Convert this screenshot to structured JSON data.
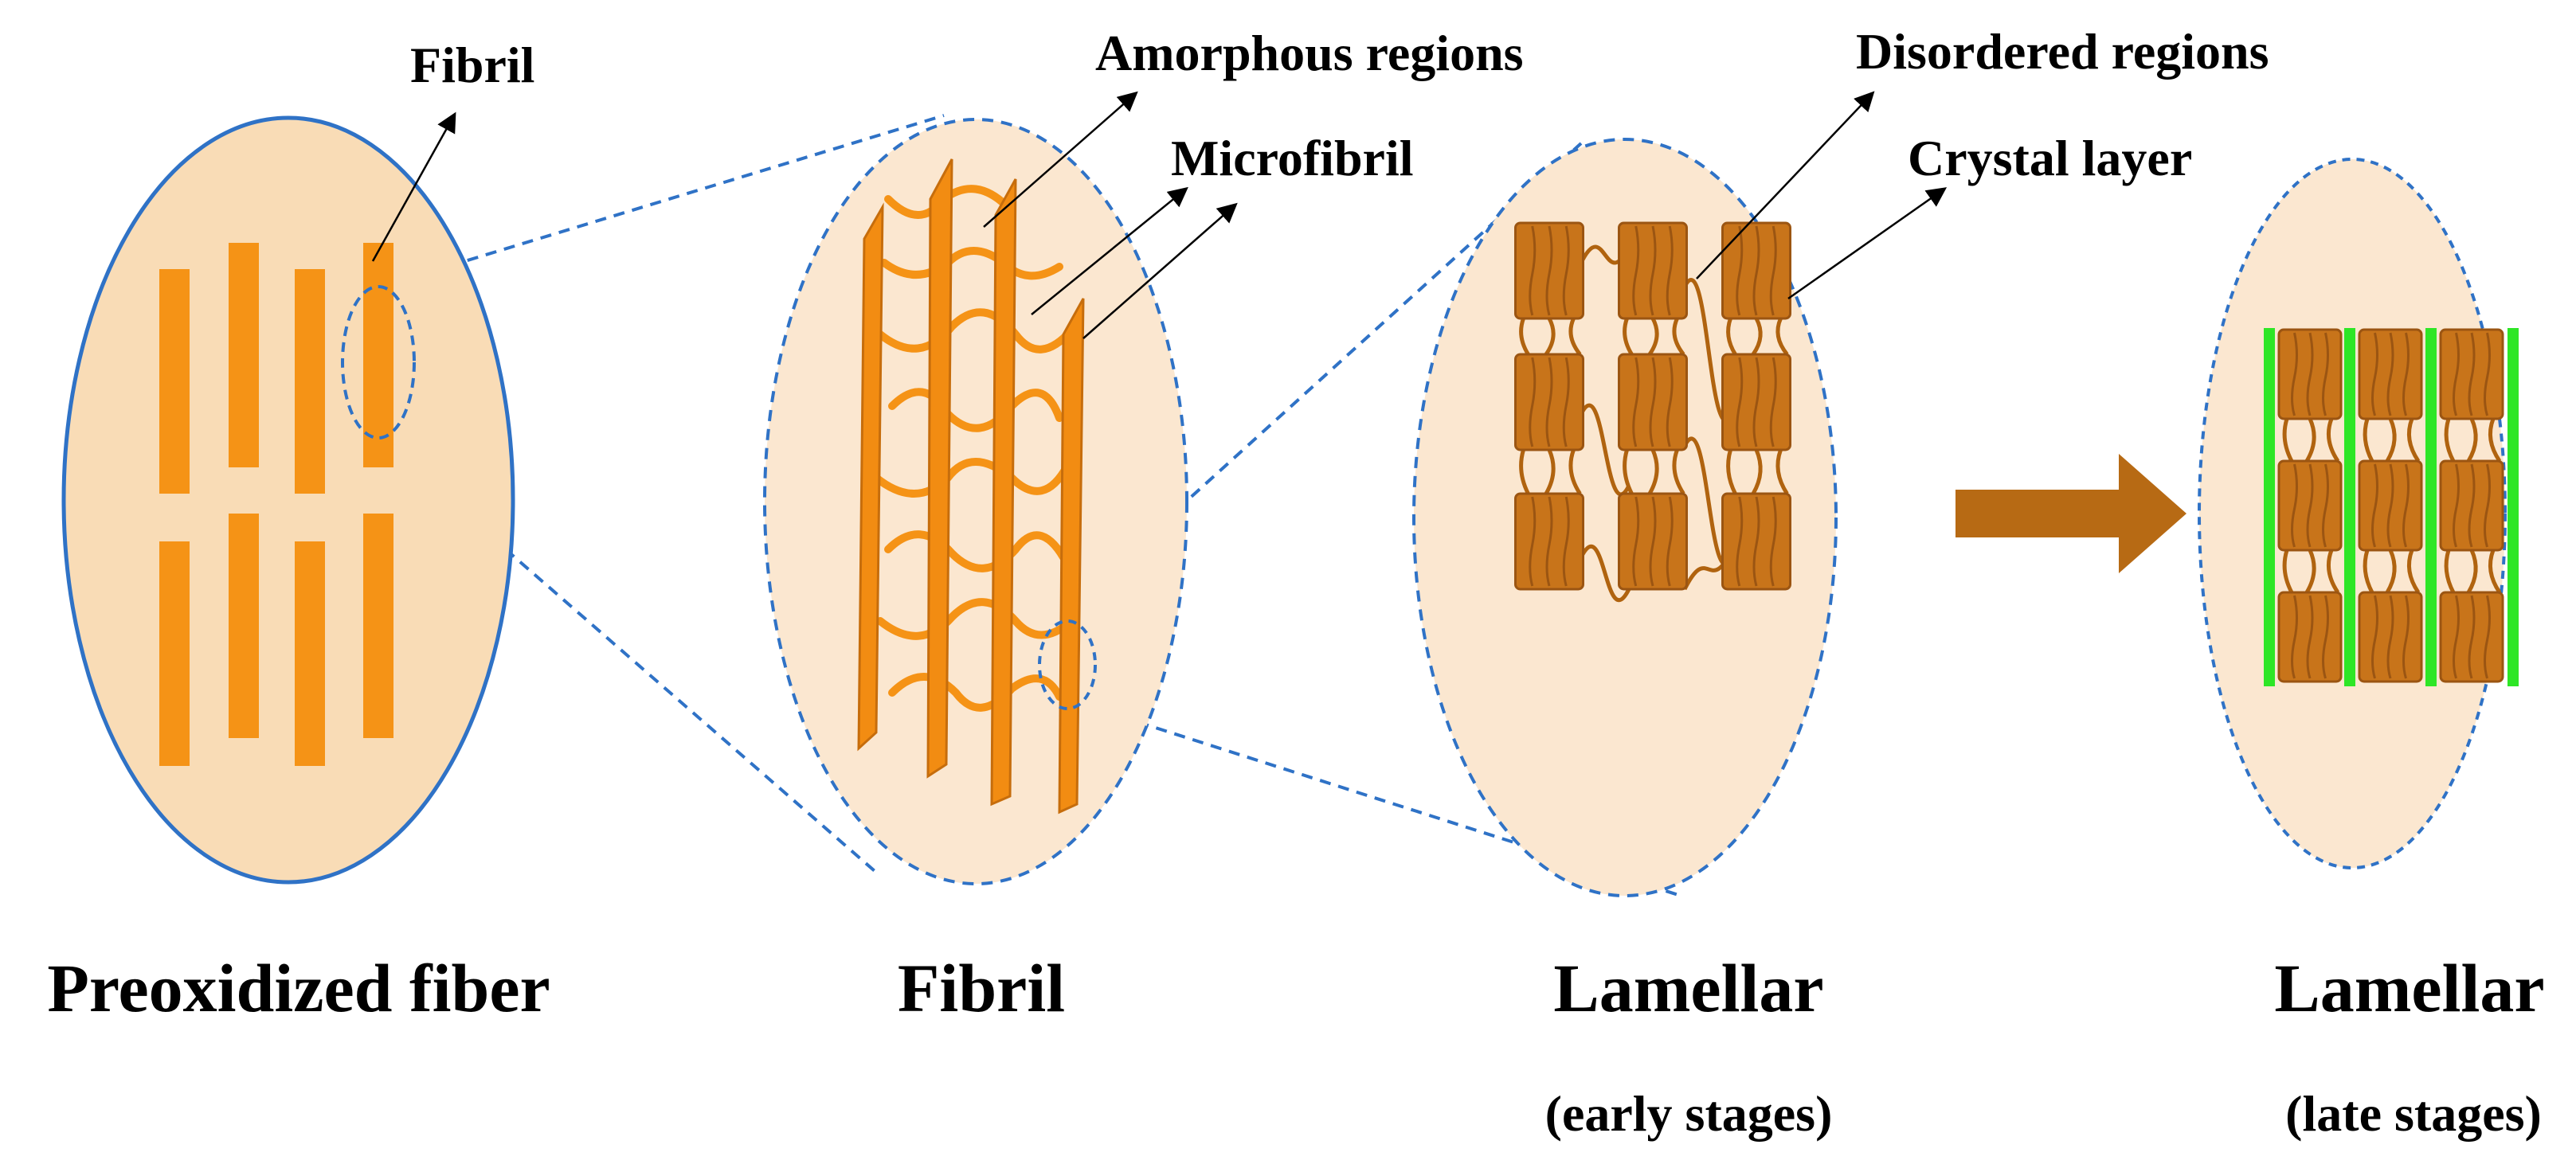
{
  "colors": {
    "fiber_fill": "#f9dcb6",
    "fiber_outline": "#2f72c6",
    "region_fill": "#fbe7d0",
    "fibril_orange": "#f59316",
    "lamella_brown": "#c8741a",
    "lamella_dark": "#9b5512",
    "crystal_green": "#2ee626",
    "arrow_brown": "#b76a14",
    "zoom_line": "#2f72c6"
  },
  "labels": {
    "fibril_callout": "Fibril",
    "amorphous_regions": "Amorphous regions",
    "microfibril": "Microfibril",
    "disordered_regions": "Disordered regions",
    "crystal_layer": "Crystal layer"
  },
  "panels": [
    {
      "title": "Preoxidized fiber",
      "subtitle": ""
    },
    {
      "title": "Fibril",
      "subtitle": ""
    },
    {
      "title": "Lamellar",
      "subtitle": "(early stages)"
    },
    {
      "title": "Lamellar",
      "subtitle": "(late stages)"
    }
  ],
  "transition_arrow": "right-arrow-icon"
}
